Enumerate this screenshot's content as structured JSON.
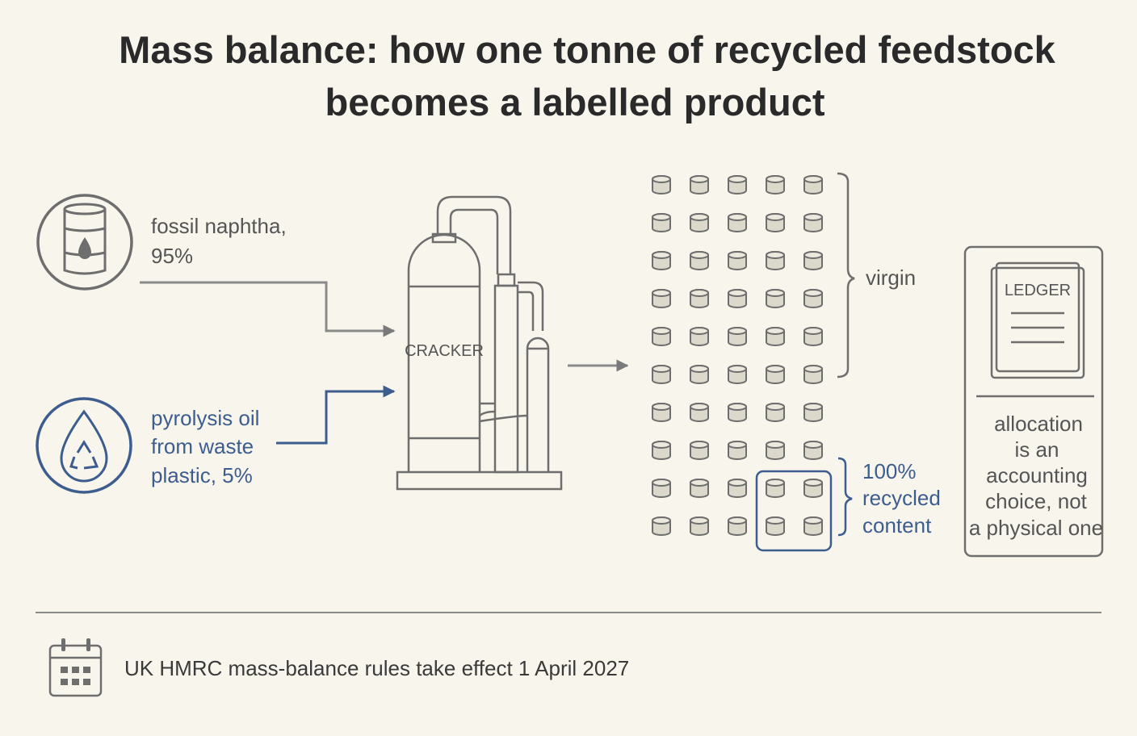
{
  "title": {
    "line1": "Mass balance: how one tonne of recycled feedstock",
    "line2": "becomes a labelled product"
  },
  "inputs": {
    "fossil": {
      "line1": "fossil naphtha,",
      "line2": "95%",
      "icon": "oil-barrel-icon"
    },
    "pyrolysis": {
      "line1": "pyrolysis oil",
      "line2": "from waste",
      "line3": "plastic, 5%",
      "icon": "recycle-drop-icon"
    }
  },
  "cracker": {
    "label": "CRACKER"
  },
  "output": {
    "grid": {
      "rows": 10,
      "cols": 5,
      "recycled_highlight_count": 4
    },
    "virgin_label": "virgin",
    "recycled_label": {
      "line1": "100%",
      "line2": "recycled",
      "line3": "content"
    }
  },
  "ledger": {
    "title": "LEDGER",
    "note": {
      "line1": "allocation",
      "line2": "is an",
      "line3": "accounting",
      "line4": "choice, not",
      "line5": "a physical one"
    }
  },
  "footer": {
    "text": "UK HMRC mass-balance rules take effect 1 April 2027",
    "icon": "calendar-icon"
  },
  "colors": {
    "background": "#f8f5ec",
    "gray": "#7a7a7a",
    "blue": "#3d5d8f",
    "pellet_fill": "#dcd8cc"
  }
}
